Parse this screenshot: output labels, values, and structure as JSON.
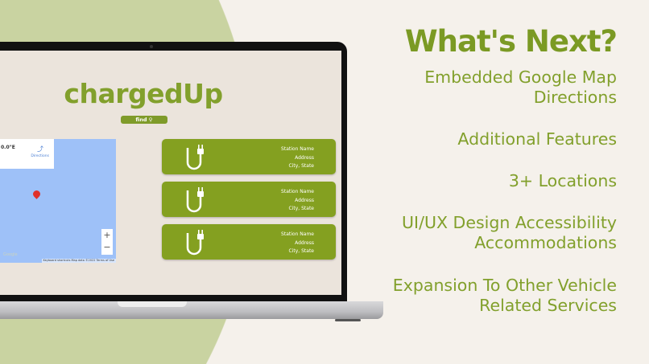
{
  "slide": {
    "title": "What's Next?",
    "items": [
      "Embedded Google Map",
      "Directions",
      "Additional Features",
      "3+ Locations",
      "UI/UX Design Accessibility",
      "Accommodations",
      "Expansion To Other Vehicle",
      "Related Services"
    ]
  },
  "app": {
    "logo": "chargedUp",
    "find_label": "find",
    "map": {
      "coordinate": "0.0\"E",
      "directions": "Directions",
      "zoom_in": "+",
      "zoom_out": "−",
      "google": "Google",
      "footer": "Keyboard shortcuts   Map data ©2022   Terms of Use"
    },
    "stations": [
      {
        "name": "Station Name",
        "address": "Address",
        "city": "City, State"
      },
      {
        "name": "Station Name",
        "address": "Address",
        "city": "City, State"
      },
      {
        "name": "Station Name",
        "address": "Address",
        "city": "City, State"
      }
    ]
  },
  "colors": {
    "accent": "#82a02c",
    "card": "#84a020",
    "background": "#f5f1eb",
    "blob": "#c9d3a1",
    "map": "#9ec1f8"
  }
}
